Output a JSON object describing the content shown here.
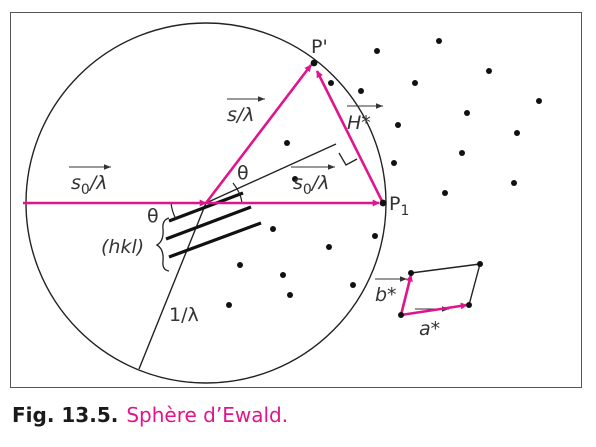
{
  "labels": {
    "p_prime": "P'",
    "p1_base": "P",
    "p1_sub": "1",
    "s_over_lambda": "s/λ",
    "h_star": "H*",
    "theta_top": "θ",
    "theta_bottom": "θ",
    "s0_left": "s",
    "s0_left_sub": "0",
    "s0_left_tail": "/λ",
    "s0_right": "s",
    "s0_right_sub": "0",
    "s0_right_tail": "/λ",
    "hkl": "(hkl)",
    "one_over_lambda": "1/λ",
    "b_star": "b*",
    "a_star": "a*"
  },
  "colors": {
    "vector": "#e0148c",
    "line": "#222222",
    "dot": "#111111",
    "caption_fig": "#1a1a1a",
    "caption_title": "#e0148c"
  },
  "caption": {
    "fig": "Fig. 13.5.",
    "title": "Sphère d’Ewald."
  }
}
